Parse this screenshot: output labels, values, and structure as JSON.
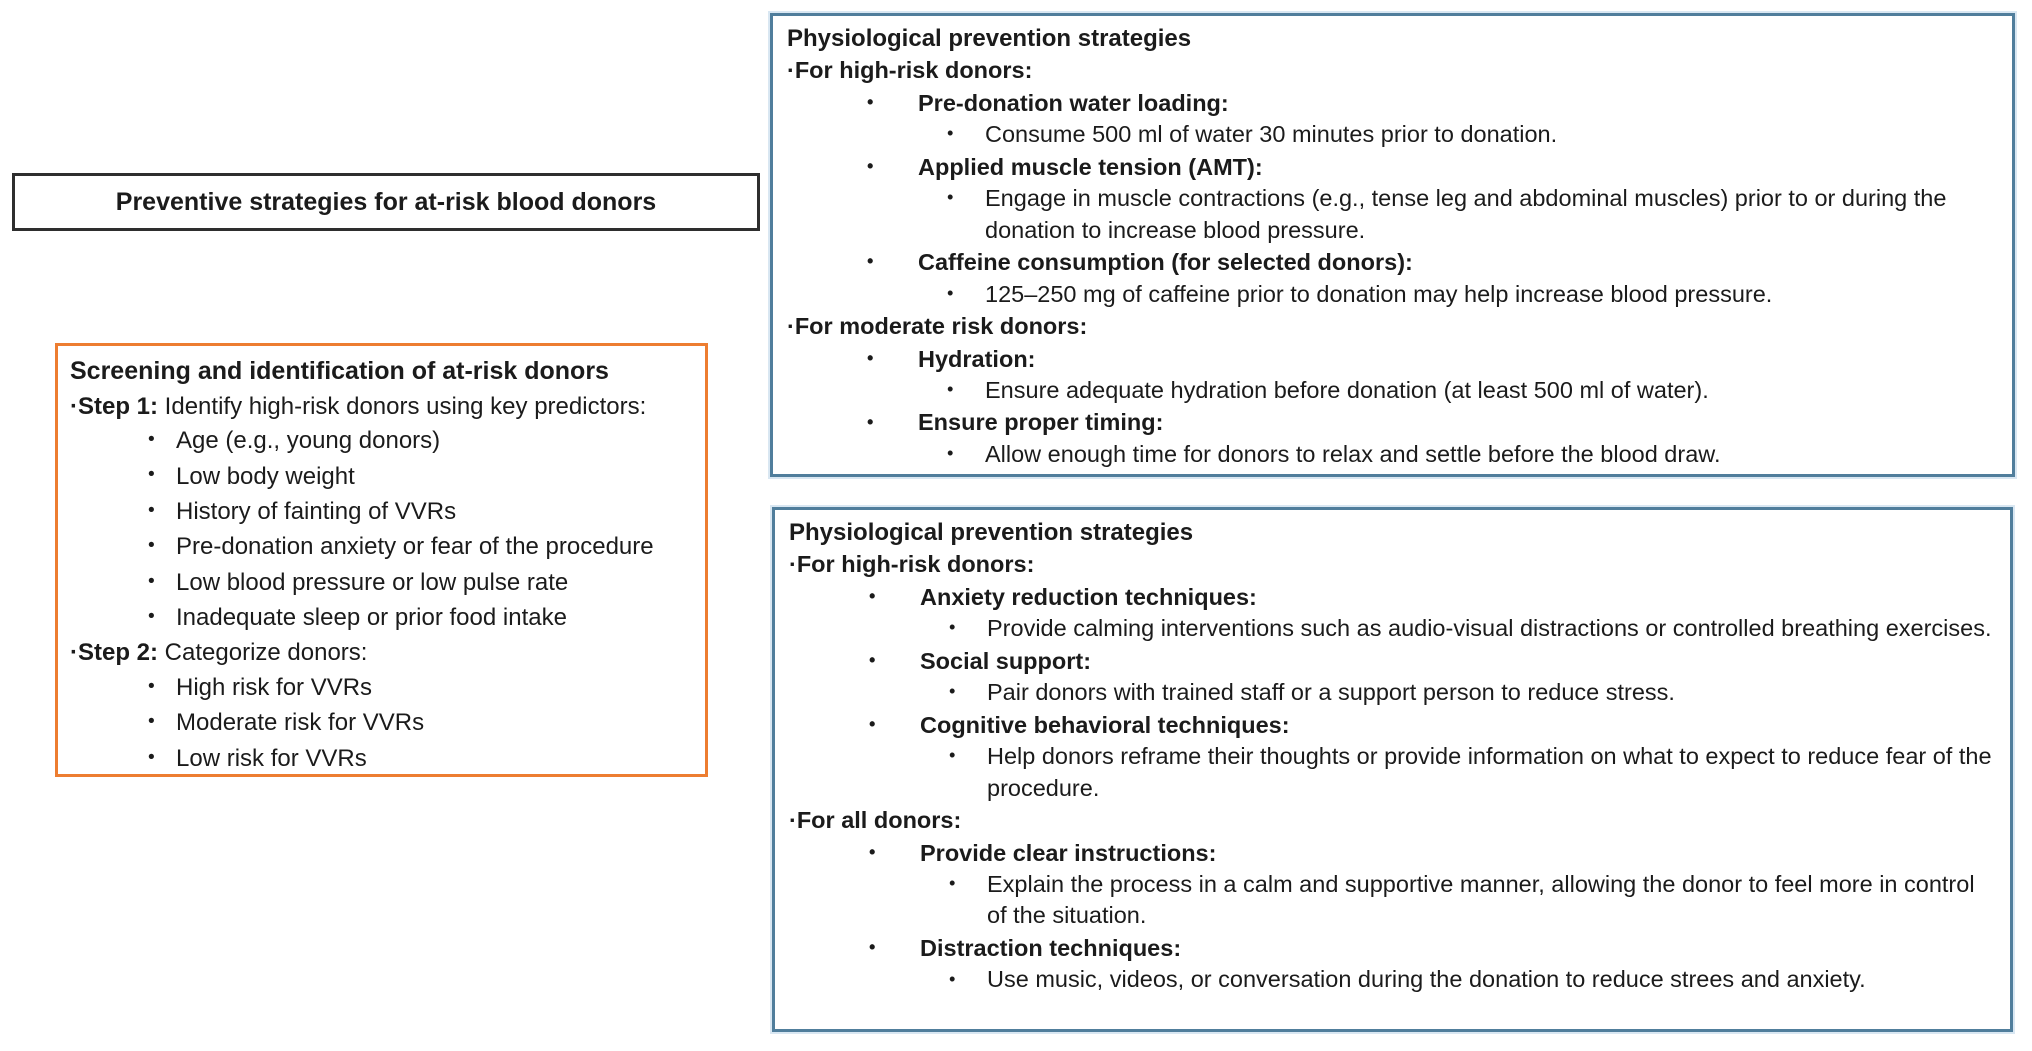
{
  "colors": {
    "orange_border": "#ED7D31",
    "blue_border": "#507E9C",
    "black_border": "#2E2E2E",
    "text": "#1B1B1B",
    "background": "#FFFFFF"
  },
  "figure_title": {
    "text": "Preventive strategies for at-risk blood donors"
  },
  "screening": {
    "title": "Screening and identification of at-risk donors",
    "step1": {
      "label": "·Step 1:",
      "text": " Identify high-risk donors using key predictors:",
      "items": [
        "Age (e.g., young donors)",
        "Low body weight",
        "History of fainting of VVRs",
        "Pre-donation anxiety or fear of the procedure",
        "Low blood pressure or low pulse rate",
        "Inadequate sleep or prior food intake"
      ]
    },
    "step2": {
      "label": "·Step 2:",
      "text": " Categorize donors:",
      "items": [
        "High risk for VVRs",
        "Moderate risk for VVRs",
        "Low risk for VVRs"
      ]
    }
  },
  "physio": {
    "title": "Physiological prevention strategies",
    "sections": [
      {
        "heading": "·For high-risk donors:",
        "items": [
          {
            "label": "Pre-donation water loading:",
            "details": [
              "Consume 500 ml of water 30 minutes prior to donation."
            ]
          },
          {
            "label": "Applied muscle tension (AMT):",
            "details": [
              "Engage in muscle contractions (e.g., tense leg and abdominal muscles) prior to or during the donation to increase blood pressure."
            ]
          },
          {
            "label": "Caffeine consumption (for selected donors):",
            "details": [
              "125–250 mg of caffeine prior to donation may help increase blood pressure."
            ]
          }
        ]
      },
      {
        "heading": "·For moderate risk donors:",
        "items": [
          {
            "label": "Hydration:",
            "details": [
              "Ensure adequate hydration before donation (at least 500 ml of water)."
            ]
          },
          {
            "label": "Ensure proper timing:",
            "details": [
              "Allow enough time for donors to relax and settle before the blood draw."
            ]
          }
        ]
      }
    ]
  },
  "psycho": {
    "title": "Physiological prevention strategies",
    "sections": [
      {
        "heading": "·For high-risk donors:",
        "items": [
          {
            "label": "Anxiety reduction techniques:",
            "details": [
              "Provide calming interventions such as audio-visual distractions or controlled breathing exercises."
            ]
          },
          {
            "label": "Social support:",
            "details": [
              "Pair donors with trained staff or a support person to reduce stress."
            ]
          },
          {
            "label": "Cognitive behavioral techniques:",
            "details": [
              "Help donors reframe their thoughts or provide information on what to expect to reduce fear of the procedure."
            ]
          }
        ]
      },
      {
        "heading": "·For all donors:",
        "items": [
          {
            "label": "Provide clear instructions:",
            "details": [
              "Explain the process in a calm and supportive manner, allowing the donor to feel more in control of the situation."
            ]
          },
          {
            "label": "Distraction techniques:",
            "details": [
              "Use music, videos, or conversation during the donation to reduce strees and anxiety."
            ]
          }
        ]
      }
    ]
  }
}
